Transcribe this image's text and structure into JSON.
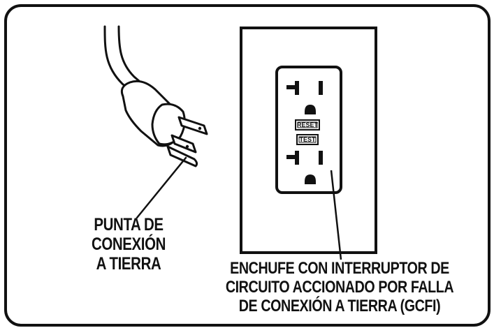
{
  "labels": {
    "ground_prong": [
      "PUNTA DE",
      "CONEXIÓN",
      "A TIERRA"
    ],
    "gfci_outlet": [
      "ENCHUFE CON INTERRUPTOR DE",
      "CIRCUITO ACCIONADO POR FALLA",
      "DE CONEXIÓN A TIERRA (GCFI)"
    ]
  },
  "outlet": {
    "reset_label": "RESET",
    "test_label": "TEST"
  },
  "colors": {
    "ink": "#111111",
    "background": "#ffffff"
  }
}
